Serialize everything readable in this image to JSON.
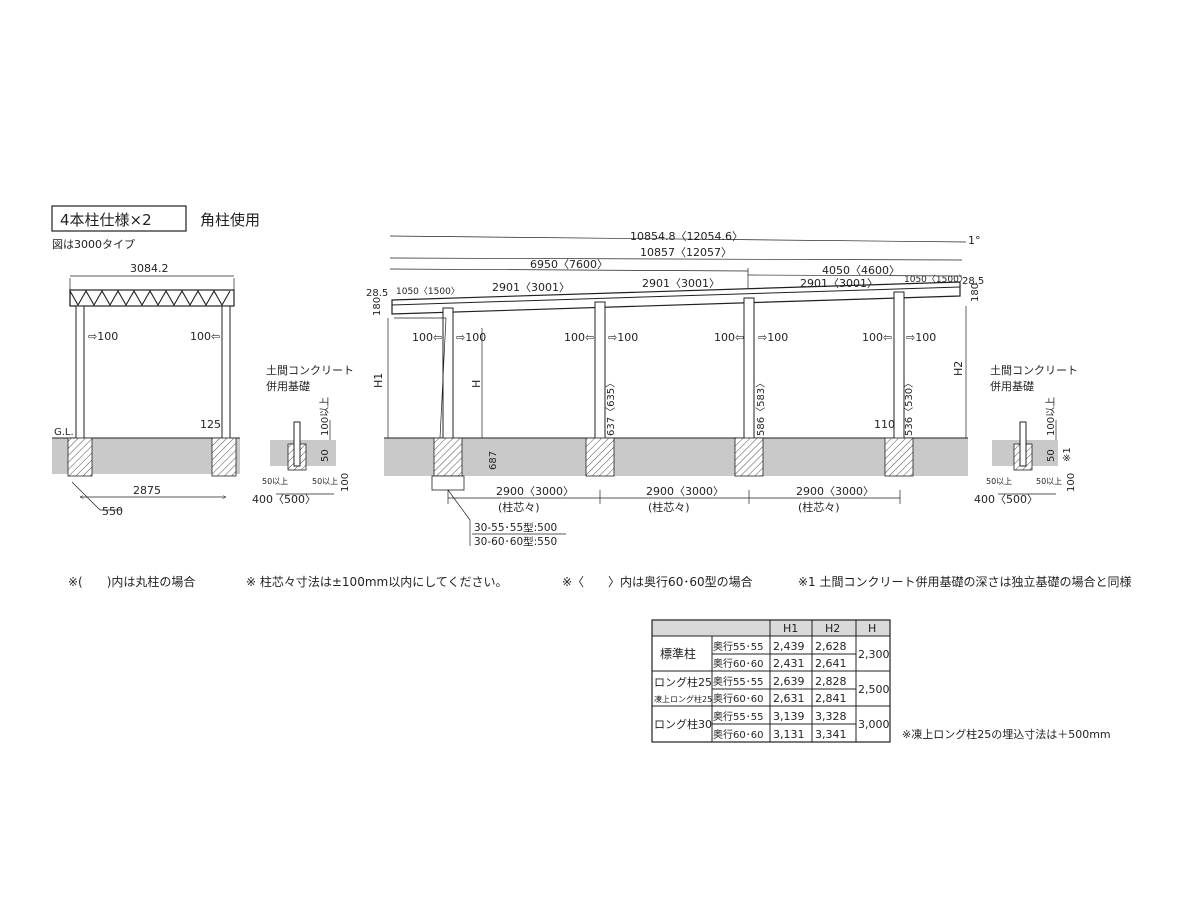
{
  "header": {
    "spec_box": "4本柱仕様×2",
    "spec_side": "角柱使用",
    "figure_note": "図は3000タイプ"
  },
  "side_view": {
    "width_top": "3084.2",
    "width_bottom": "2875",
    "footing": "550",
    "post_left": "⇨100",
    "post_right": "100⇦",
    "gutter_h": "125",
    "gl": "G.L."
  },
  "foundation_left": {
    "title_line1": "土間コンクリート",
    "title_line2": "併用基礎",
    "depth": "100以上",
    "d50": "50",
    "d100": "100",
    "side_a": "50以上",
    "side_b": "50以上",
    "width": "400〈500〉"
  },
  "foundation_right": {
    "title_line1": "土間コンクリート",
    "title_line2": "併用基礎",
    "depth": "100以上",
    "d50": "50",
    "mark": "※1",
    "d100": "100",
    "side_a": "50以上",
    "side_b": "50以上",
    "width": "400〈500〉"
  },
  "front_view": {
    "overall_top": "10854.8〈12054.6〉",
    "overall_second": "10857〈12057〉",
    "span_6950": "6950〈7600〉",
    "span_4050": "4050〈4600〉",
    "slope": "1°",
    "top_left": "28.5",
    "top_right": "28.5",
    "h180_left": "180",
    "h180_right": "180",
    "overhang_left": "1050〈1500〉",
    "overhang_right": "1050〈1500〉",
    "bay1": "2901〈3001〉",
    "bay2": "2901〈3001〉",
    "bay3": "2901〈3001〉",
    "h1": "H1",
    "h": "H",
    "h2": "H2",
    "post1_l": "100⇦",
    "post1_r": "⇨100",
    "post2_l": "100⇦",
    "post2_r": "⇨100",
    "post3_l": "100⇦",
    "post3_r": "⇨100",
    "post4_l": "100⇦",
    "post4_r": "⇨100",
    "dim_687": "687",
    "dim_637": "637〈635〉",
    "dim_586": "586〈583〉",
    "dim_536": "536〈530〉",
    "dim_110": "110",
    "pitch1": "2900〈3000〉",
    "pitch2": "2900〈3000〉",
    "pitch3": "2900〈3000〉",
    "pitch_note1": "(柱芯々)",
    "pitch_note2": "(柱芯々)",
    "pitch_note3": "(柱芯々)",
    "type_55": "30-55･55型:500",
    "type_60": "30-60･60型:550"
  },
  "notes": {
    "note1": "※(　　)内は丸柱の場合",
    "note2": "※ 柱芯々寸法は±100mm以内にしてください。",
    "note3": "※〈　　〉内は奥行60･60型の場合",
    "note4": "※1 土間コンクリート併用基礎の深さは独立基礎の場合と同様",
    "table_note": "※凍上ロング柱25の埋込寸法は＋500mm"
  },
  "table": {
    "headers": [
      "H1",
      "H2",
      "H"
    ],
    "groups": [
      {
        "name_lines": [
          "標準柱"
        ],
        "rows": [
          {
            "depth": "奥行55･55",
            "h1": "2,439",
            "h2": "2,628"
          },
          {
            "depth": "奥行60･60",
            "h1": "2,431",
            "h2": "2,641"
          }
        ],
        "h": "2,300"
      },
      {
        "name_lines": [
          "ロング柱25",
          "凍上ロング柱25"
        ],
        "rows": [
          {
            "depth": "奥行55･55",
            "h1": "2,639",
            "h2": "2,828"
          },
          {
            "depth": "奥行60･60",
            "h1": "2,631",
            "h2": "2,841"
          }
        ],
        "h": "2,500"
      },
      {
        "name_lines": [
          "ロング柱30"
        ],
        "rows": [
          {
            "depth": "奥行55･55",
            "h1": "3,139",
            "h2": "3,328"
          },
          {
            "depth": "奥行60･60",
            "h1": "3,131",
            "h2": "3,341"
          }
        ],
        "h": "3,000"
      }
    ]
  }
}
